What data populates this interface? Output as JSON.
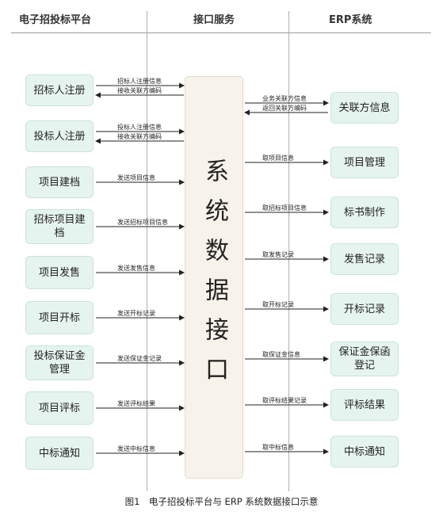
{
  "columns": {
    "left": "电子招投标平台",
    "middle": "接口服务",
    "right": "ERP系统"
  },
  "center": "系统数据接口",
  "left_boxes": [
    {
      "label": "招标人注册",
      "arrows": [
        {
          "text": "招标人注册信息",
          "dir": "right"
        },
        {
          "text": "接收关联方编码",
          "dir": "left"
        }
      ]
    },
    {
      "label": "投标人注册",
      "arrows": [
        {
          "text": "投标人注册信息",
          "dir": "right"
        },
        {
          "text": "接收关联方编码",
          "dir": "left"
        }
      ]
    },
    {
      "label": "项目建档",
      "arrows": [
        {
          "text": "发送项目信息",
          "dir": "right"
        }
      ]
    },
    {
      "label": "招标项目建档",
      "arrows": [
        {
          "text": "发送招标项目信息",
          "dir": "right"
        }
      ]
    },
    {
      "label": "项目发售",
      "arrows": [
        {
          "text": "发送发售信息",
          "dir": "right"
        }
      ]
    },
    {
      "label": "项目开标",
      "arrows": [
        {
          "text": "发送开标记录",
          "dir": "right"
        }
      ]
    },
    {
      "label": "投标保证金管理",
      "arrows": [
        {
          "text": "发送保证金记录",
          "dir": "right"
        }
      ]
    },
    {
      "label": "项目评标",
      "arrows": [
        {
          "text": "发送评标结果",
          "dir": "right"
        }
      ]
    },
    {
      "label": "中标通知",
      "arrows": [
        {
          "text": "发送中标信息",
          "dir": "right"
        }
      ]
    }
  ],
  "right_boxes": [
    {
      "label": "关联方信息",
      "arrows": [
        {
          "text": "业务关联方信息",
          "dir": "right"
        },
        {
          "text": "返回关联方编码",
          "dir": "left"
        }
      ]
    },
    {
      "label": "项目管理",
      "arrows": [
        {
          "text": "取项目信息",
          "dir": "right"
        }
      ]
    },
    {
      "label": "标书制作",
      "arrows": [
        {
          "text": "取招标项目信息",
          "dir": "right"
        }
      ]
    },
    {
      "label": "发售记录",
      "arrows": [
        {
          "text": "取发售记录",
          "dir": "right"
        }
      ]
    },
    {
      "label": "开标记录",
      "arrows": [
        {
          "text": "取开标记录",
          "dir": "right"
        }
      ]
    },
    {
      "label": "保证金保函登记",
      "arrows": [
        {
          "text": "取保证金信息",
          "dir": "right"
        }
      ]
    },
    {
      "label": "评标结果",
      "arrows": [
        {
          "text": "取评标结果记录",
          "dir": "right"
        }
      ]
    },
    {
      "label": "中标通知",
      "arrows": [
        {
          "text": "取中标信息",
          "dir": "right"
        }
      ]
    }
  ],
  "caption": "图1　电子招投标平台与 ERP 系统数据接口示意"
}
